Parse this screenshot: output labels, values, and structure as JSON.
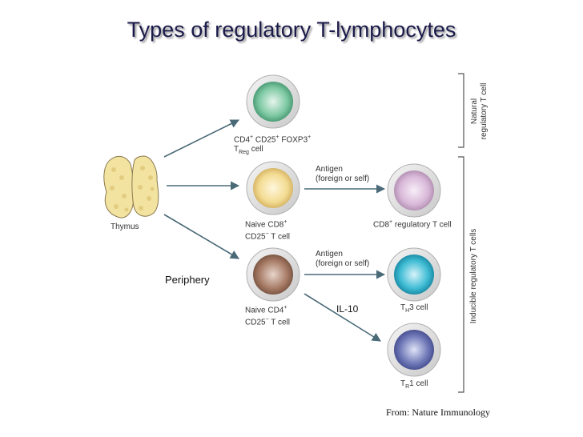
{
  "title": "Types of regulatory T-lymphocytes",
  "labels": {
    "thymus": "Thymus",
    "treg_line1_a": "CD4",
    "treg_line1_b": "CD25",
    "treg_line1_c": "FOXP3",
    "treg_line2_a": "T",
    "treg_line2_sub": "Reg",
    "treg_line2_b": "cell",
    "naive_cd8_line1": "Naive CD8",
    "naive_cd8_line2": "CD25",
    "naive_cd8_line2_b": "T cell",
    "naive_cd4_line1": "Naive CD4",
    "naive_cd4_line2": "CD25",
    "naive_cd4_line2_b": "T cell",
    "antigen1_line1": "Antigen",
    "antigen1_line2": "(foreign or self)",
    "antigen2_line1": "Antigen",
    "antigen2_line2": "(foreign or self)",
    "cd8_reg": "CD8",
    "cd8_reg_b": "regulatory T cell",
    "th3_a": "T",
    "th3_sub": "H",
    "th3_b": "3 cell",
    "tr1_a": "T",
    "tr1_sub": "R",
    "tr1_b": "1 cell",
    "natural_line1": "Natural",
    "natural_line2": "regulatory T cell",
    "inducible": "Inducible regulatory T cells",
    "periphery": "Periphery",
    "il10": "IL-10",
    "plus": "+",
    "minus": "−",
    "credit": "From: Nature Immunology"
  },
  "colors": {
    "treg": "#6dbf9a",
    "naive_cd8": "#f2d98a",
    "naive_cd4": "#a07560",
    "cd8_reg": "#d6b4d6",
    "th3": "#37b6cf",
    "tr1": "#6a72b5",
    "arrow": "#4a6a78",
    "thymus": "#f3e3a0"
  }
}
